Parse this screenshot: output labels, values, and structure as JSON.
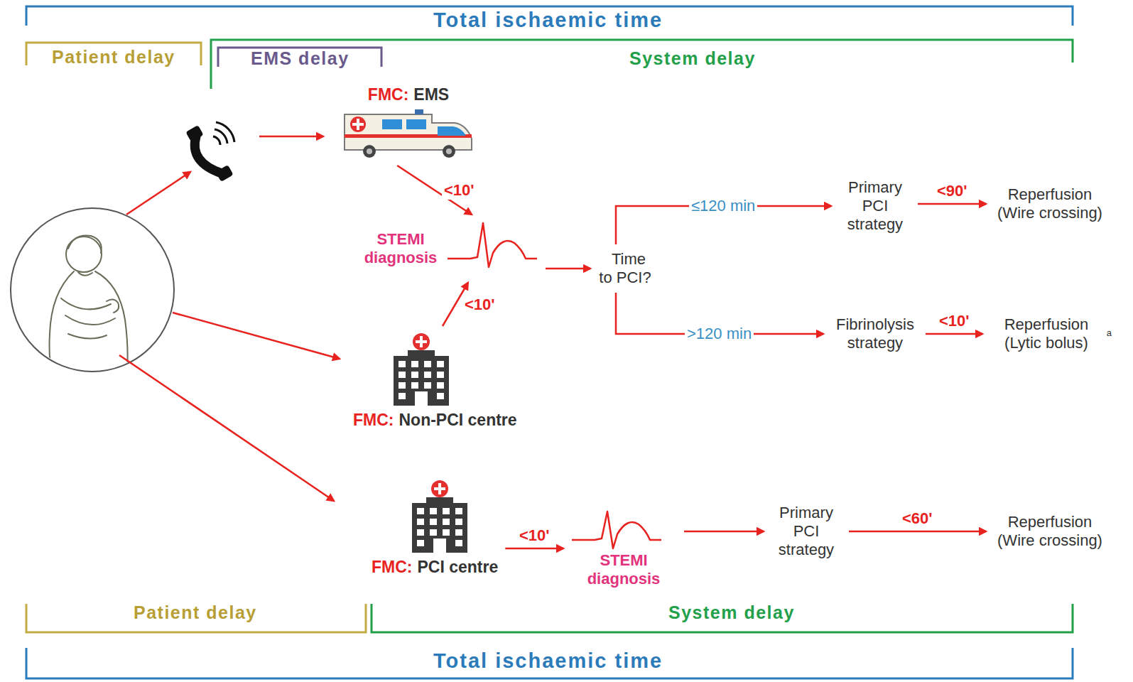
{
  "diagram": {
    "nodes": [
      {
        "text": [
          "FMC:",
          "EMS"
        ]
      },
      {
        "text": [
          "STEMI diagnosis"
        ]
      },
      {
        "text": [
          "FMC:",
          "Non-PCI centre"
        ]
      },
      {
        "text": [
          "Time to PCI?"
        ]
      },
      {
        "text": [
          "Primary PCI strategy"
        ]
      },
      {
        "text": [
          "Fibrinolysis strategy"
        ]
      },
      {
        "text": [
          "Reperfusion (Wire crossing)"
        ]
      },
      {
        "text": [
          "Reperfusion (Lytic bolus)",
          "a"
        ]
      },
      {
        "text": [
          "FMC:",
          "PCI centre"
        ]
      },
      {
        "text": [
          "STEMI diagnosis"
        ]
      },
      {
        "text": [
          "Primary PCI strategy"
        ]
      },
      {
        "text": [
          "Reperfusion (Wire crossing)"
        ]
      }
    ],
    "edges": [
      {
        "from": 0,
        "to": 1,
        "label": "<10'",
        "arrow": "to"
      },
      {
        "from": 2,
        "to": 1,
        "label": "<10'",
        "arrow": "to"
      },
      {
        "from": 1,
        "to": 3,
        "arrow": "to"
      },
      {
        "from": 3,
        "to": 4,
        "label": "≤120 min",
        "arrow": "to"
      },
      {
        "from": 3,
        "to": 5,
        "label": ">120 min",
        "arrow": "to"
      },
      {
        "from": 4,
        "to": 6,
        "label": "<90'",
        "arrow": "to"
      },
      {
        "from": 5,
        "to": 7,
        "label": "<10'",
        "arrow": "to"
      },
      {
        "from": 8,
        "to": 9,
        "label": "<10'",
        "arrow": "to"
      },
      {
        "from": 9,
        "to": 10,
        "arrow": "to"
      },
      {
        "from": 10,
        "to": 11,
        "label": "<60'",
        "arrow": "to"
      }
    ],
    "labels": [
      "Total ischaemic time",
      "Patient delay",
      "EMS delay",
      "System delay",
      "Patient delay",
      "System delay",
      "Total ischaemic time"
    ]
  }
}
